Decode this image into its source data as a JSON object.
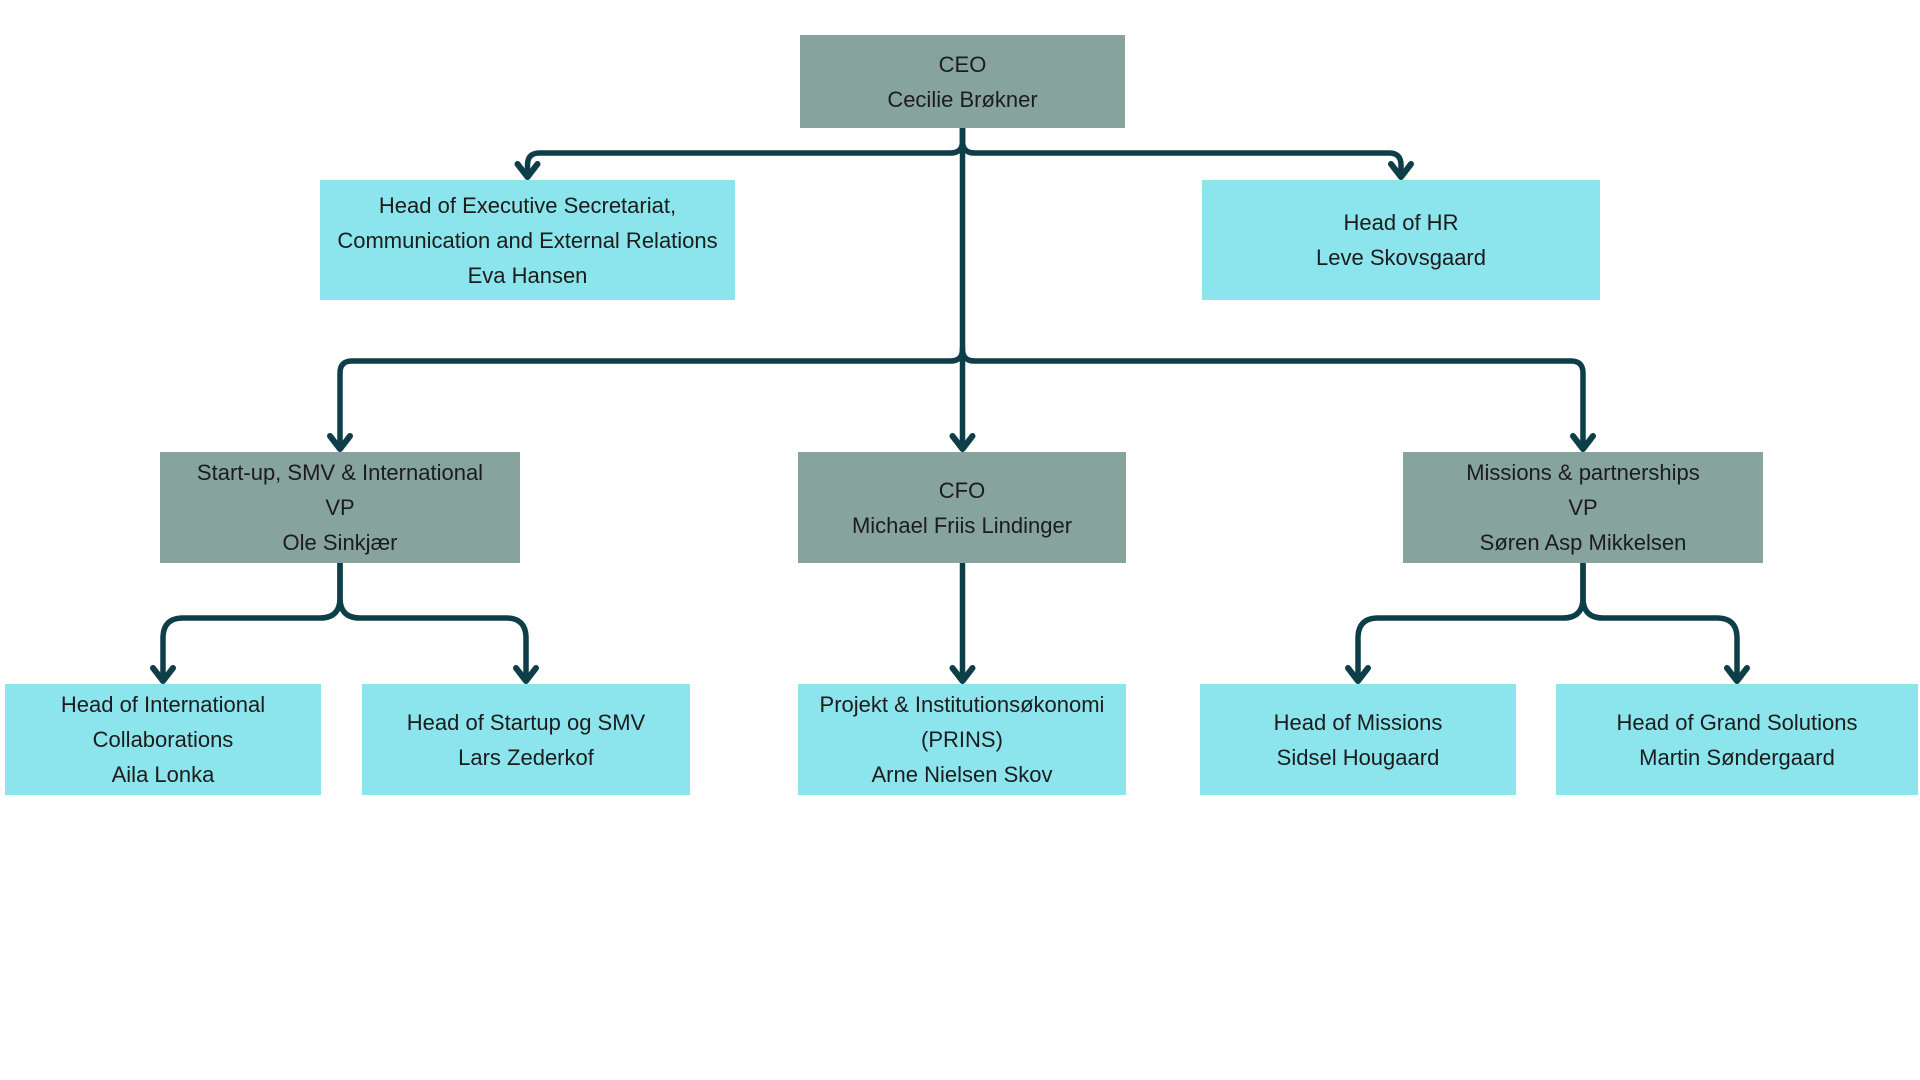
{
  "diagram": {
    "type": "org-chart",
    "colors": {
      "background": "#ffffff",
      "management_box": "#86a49d",
      "staff_box": "#8ce4ec",
      "connector": "#0e3e48",
      "text": "#1c1c1c"
    },
    "nodes": [
      {
        "id": "ceo",
        "variant": "management",
        "parent": null,
        "lines": [
          "CEO",
          "Cecilie Brøkner"
        ]
      },
      {
        "id": "exec-secretariat",
        "variant": "staff",
        "parent": "ceo",
        "lines": [
          "Head of Executive Secretariat,",
          "Communication and External Relations",
          "Eva Hansen"
        ]
      },
      {
        "id": "hr",
        "variant": "staff",
        "parent": "ceo",
        "lines": [
          "Head of HR",
          "Leve Skovsgaard"
        ]
      },
      {
        "id": "startup-vp",
        "variant": "management",
        "parent": "ceo",
        "lines": [
          "Start-up, SMV & International",
          "VP",
          "Ole Sinkjær"
        ]
      },
      {
        "id": "cfo",
        "variant": "management",
        "parent": "ceo",
        "lines": [
          "CFO",
          "Michael Friis Lindinger"
        ]
      },
      {
        "id": "missions-vp",
        "variant": "management",
        "parent": "ceo",
        "lines": [
          "Missions & partnerships",
          "VP",
          "Søren Asp Mikkelsen"
        ]
      },
      {
        "id": "intl-collaborations",
        "variant": "staff",
        "parent": "startup-vp",
        "lines": [
          "Head of International",
          "Collaborations",
          "Aila Lonka"
        ]
      },
      {
        "id": "startup-smv",
        "variant": "staff",
        "parent": "startup-vp",
        "lines": [
          "Head of Startup og SMV",
          "Lars Zederkof"
        ]
      },
      {
        "id": "prins",
        "variant": "staff",
        "parent": "cfo",
        "lines": [
          "Projekt & Institutionsøkonomi",
          "(PRINS)",
          "Arne Nielsen Skov"
        ]
      },
      {
        "id": "head-missions",
        "variant": "staff",
        "parent": "missions-vp",
        "lines": [
          "Head of Missions",
          "Sidsel Hougaard"
        ]
      },
      {
        "id": "grand-solutions",
        "variant": "staff",
        "parent": "missions-vp",
        "lines": [
          "Head of Grand Solutions",
          "Martin Søndergaard"
        ]
      }
    ]
  }
}
